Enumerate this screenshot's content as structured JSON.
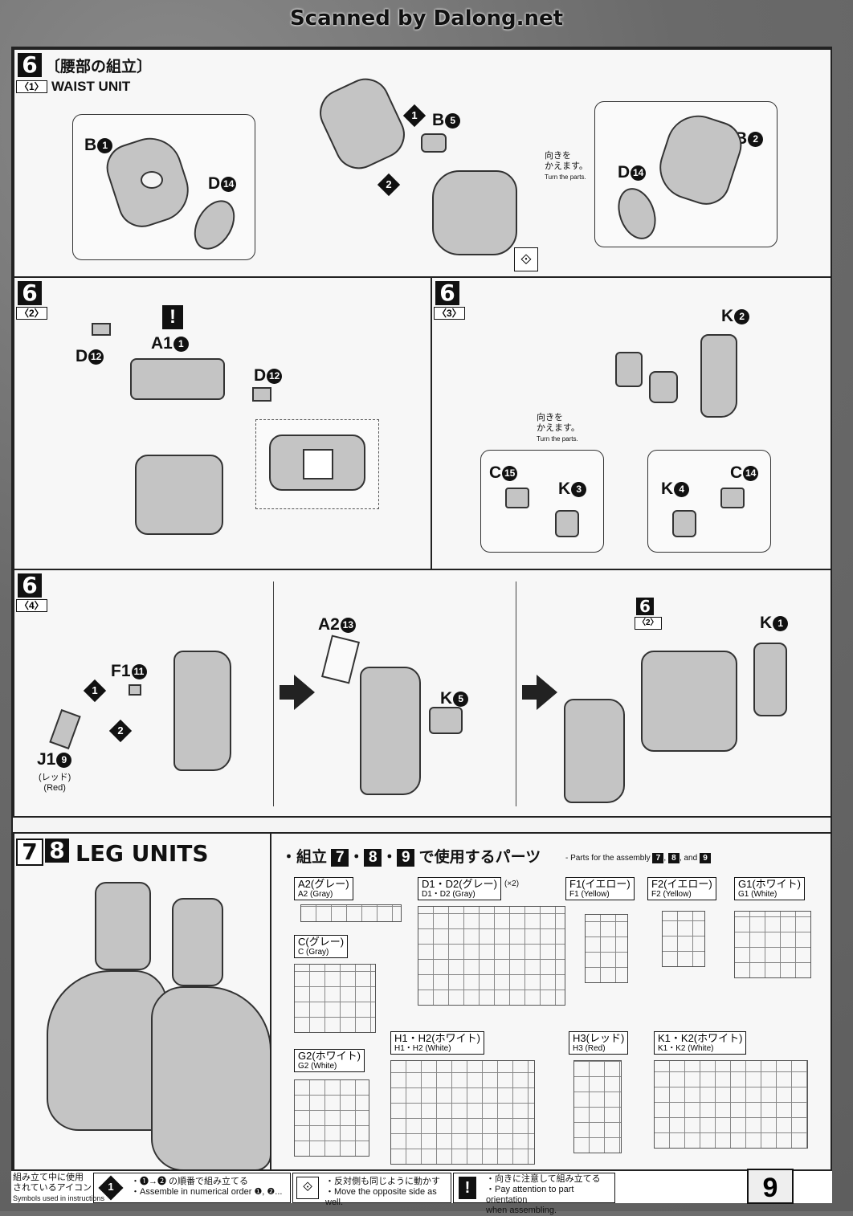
{
  "watermark": "Scanned by Dalong.net",
  "step6": {
    "number": "6",
    "sub1": "〈1〉",
    "title_jp": "〔腰部の組立〕",
    "title_en": "WAIST UNIT",
    "parts1": {
      "b1": "B",
      "b1n": "1",
      "d14a": "D",
      "d14an": "14",
      "b5": "B",
      "b5n": "5",
      "b2": "B",
      "b2n": "2",
      "d14b": "D",
      "d14bn": "14"
    },
    "turn_note_jp1": "向きを",
    "turn_note_jp2": "かえます。",
    "turn_note_en": "Turn the parts.",
    "seq1": "1",
    "seq2": "2",
    "sub2": "〈2〉",
    "parts2": {
      "d12a": "D",
      "d12an": "12",
      "a1": "A1",
      "a1n": "1",
      "d12b": "D",
      "d12bn": "12"
    },
    "warn": "!",
    "sub3": "〈3〉",
    "parts3": {
      "k2": "K",
      "k2n": "2",
      "c15": "C",
      "c15n": "15",
      "k3": "K",
      "k3n": "3",
      "k4": "K",
      "k4n": "4",
      "c14": "C",
      "c14n": "14"
    },
    "sub4": "〈4〉",
    "parts4": {
      "f1": "F1",
      "f1n": "11",
      "j1": "J1",
      "j1n": "9",
      "j1_jp": "(レッド)",
      "j1_en": "(Red)",
      "a2": "A2",
      "a2n": "13",
      "k5": "K",
      "k5n": "5",
      "ref6": "6",
      "ref2": "〈2〉",
      "k1": "K",
      "k1n": "1"
    }
  },
  "step78": {
    "num7": "7",
    "num8": "8",
    "title": "LEG UNITS",
    "parts_title_pre": "・組立",
    "parts_title_n7": "7",
    "parts_title_n8": "8",
    "parts_title_n9": "9",
    "parts_title_post": "で使用するパーツ",
    "parts_title_en": "- Parts for the assembly",
    "parts_title_and": ", and",
    "runners": [
      {
        "jp": "A2(グレー)",
        "en": "A2 (Gray)"
      },
      {
        "jp": "D1・D2(グレー)",
        "en": "D1・D2 (Gray)",
        "mult": "(×2)"
      },
      {
        "jp": "F1(イエロー)",
        "en": "F1 (Yellow)"
      },
      {
        "jp": "F2(イエロー)",
        "en": "F2 (Yellow)"
      },
      {
        "jp": "G1(ホワイト)",
        "en": "G1 (White)"
      },
      {
        "jp": "C(グレー)",
        "en": "C (Gray)"
      },
      {
        "jp": "G2(ホワイト)",
        "en": "G2 (White)"
      },
      {
        "jp": "H1・H2(ホワイト)",
        "en": "H1・H2 (White)"
      },
      {
        "jp": "H3(レッド)",
        "en": "H3 (Red)"
      },
      {
        "jp": "K1・K2(ホワイト)",
        "en": "K1・K2 (White)"
      }
    ]
  },
  "footer": {
    "icons_jp1": "組み立て中に使用",
    "icons_jp2": "されているアイコン",
    "icons_en": "Symbols used in instructions",
    "seq_icon": "1",
    "seq_jp": "・❶→❷ の順番で組み立てる",
    "seq_en": "・Assemble in numerical order ❶, ❷...",
    "mirror_jp": "・反対側も同じように動かす",
    "mirror_en": "・Move the opposite side as well.",
    "warn_icon": "!",
    "warn_jp": "・向きに注意して組み立てる",
    "warn_en1": "・Pay attention to part orientation",
    "warn_en2": "when assembling.",
    "page": "9"
  }
}
